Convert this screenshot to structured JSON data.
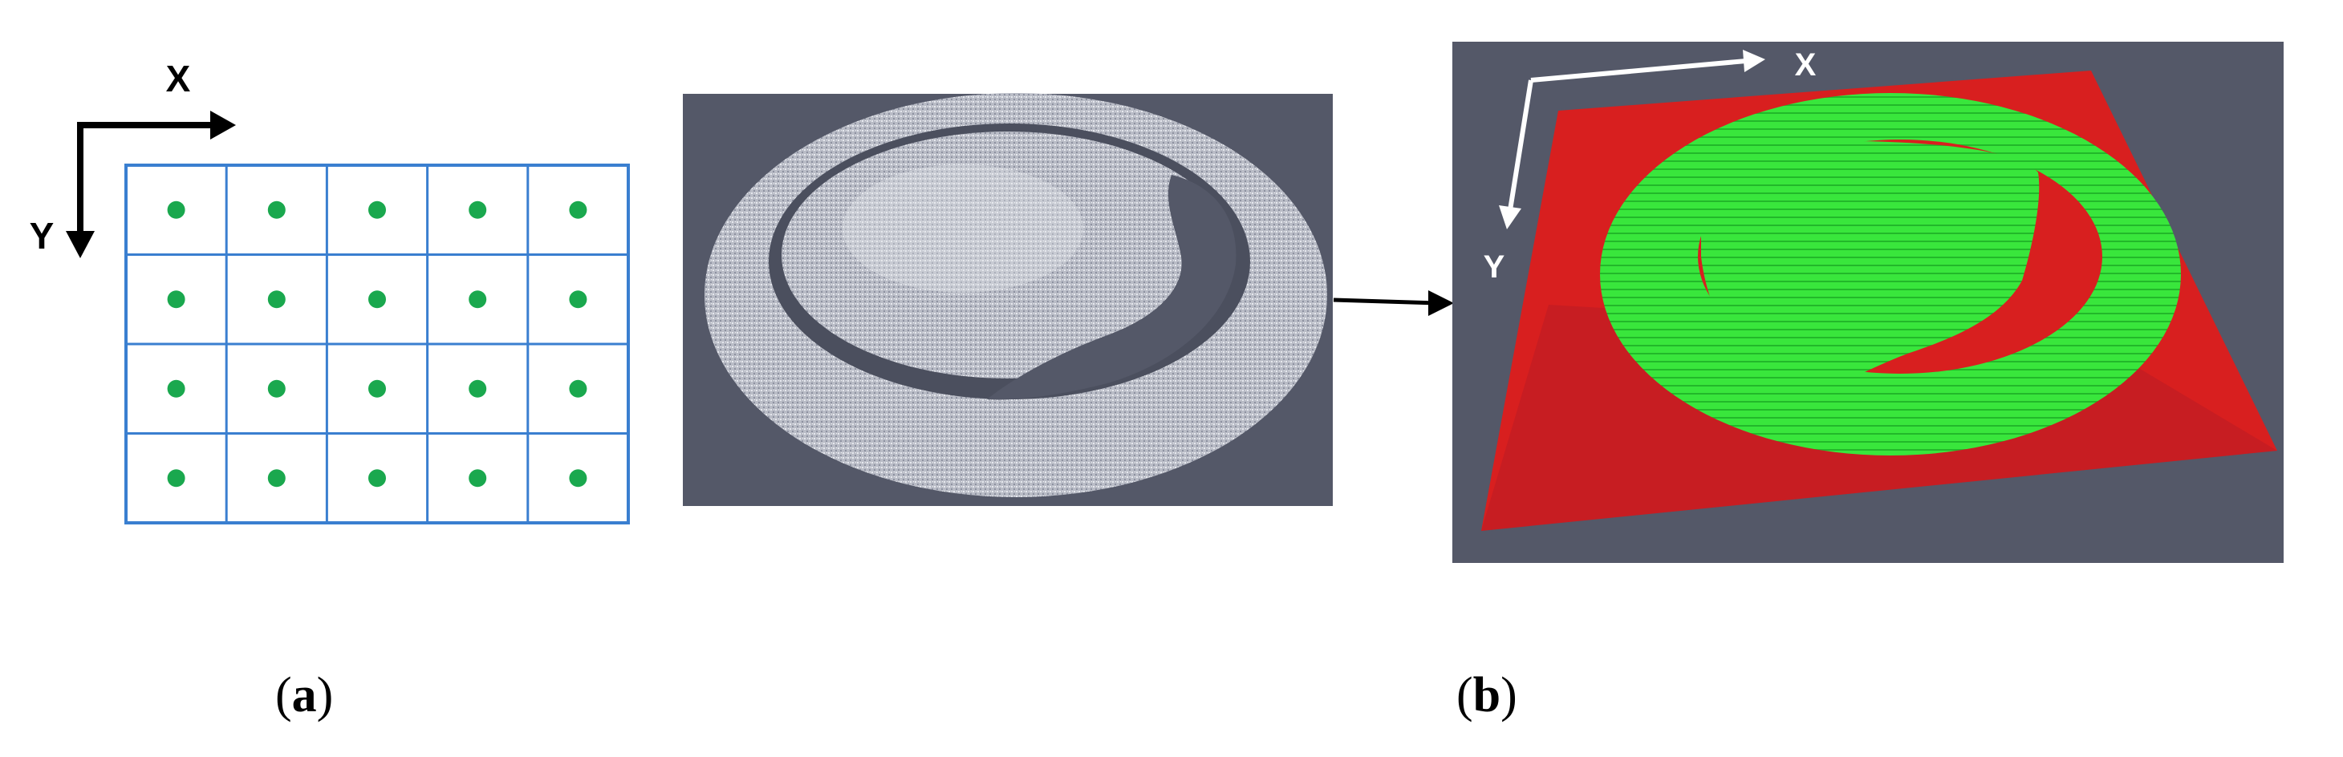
{
  "panel_a": {
    "axis_x_label": "X",
    "axis_y_label": "Y",
    "grid_rows": 4,
    "grid_cols": 5,
    "grid_line_color": "#3a7fd0",
    "dot_color": "#1aa84e",
    "caption_letter": "a"
  },
  "panel_b": {
    "scan_background_color": "#545868",
    "scan_point_color": "#d4d7dd",
    "result_background_color": "#545868",
    "plane_color": "#d81f1f",
    "fitted_points_color": "#36e83a",
    "axis_color": "#ffffff",
    "axis_x_label": "X",
    "axis_y_label": "Y",
    "caption_letter": "b"
  },
  "icons": {
    "x_arrow": "arrow-right-icon",
    "y_arrow": "arrow-down-icon",
    "transform_arrow": "arrow-right-icon"
  }
}
